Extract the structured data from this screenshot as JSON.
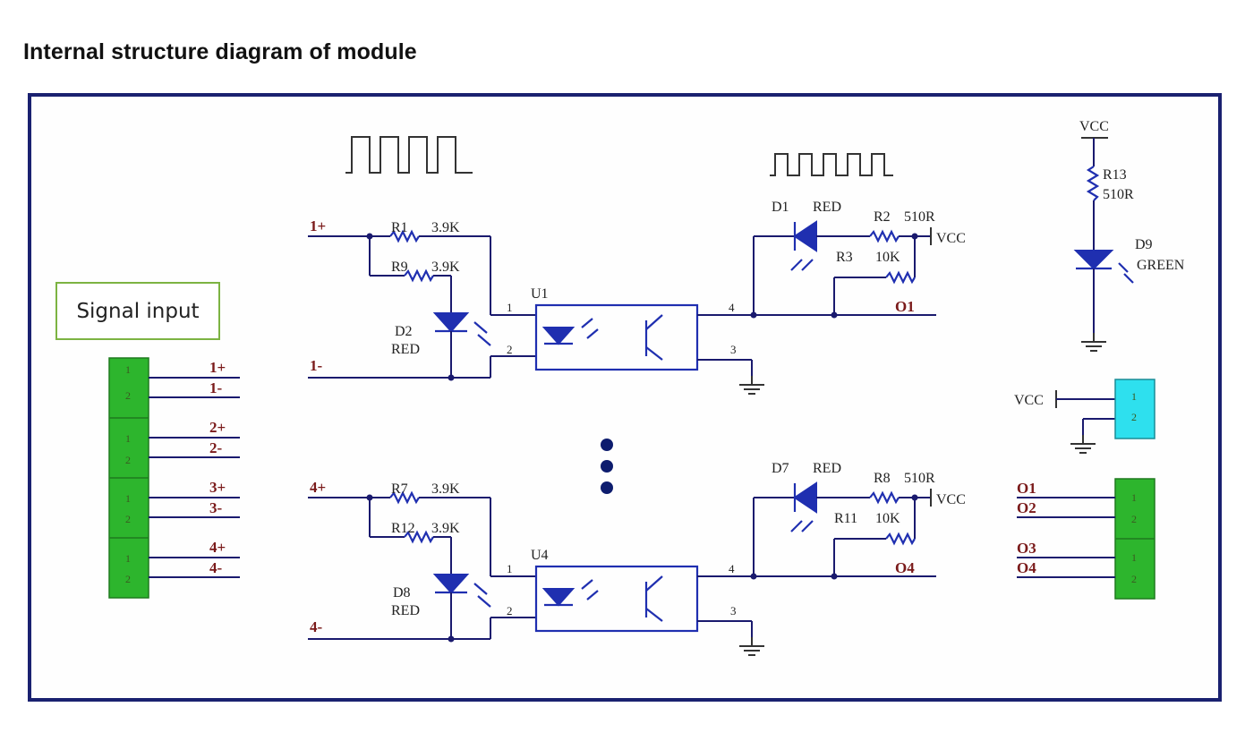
{
  "title": "Internal structure diagram of module",
  "signal_input_label": "Signal input",
  "channels": {
    "top": {
      "in_plus": "1+",
      "in_minus": "1-",
      "r_a": "R1",
      "r_a_val": "3.9K",
      "r_b": "R9",
      "r_b_val": "3.9K",
      "led": "D2",
      "led_color": "RED",
      "opto": "U1",
      "out_led": "D1",
      "out_led_color": "RED",
      "r_pull": "R2",
      "r_pull_val": "510R",
      "r_out": "R3",
      "r_out_val": "10K",
      "out": "O1"
    },
    "bottom": {
      "in_plus": "4+",
      "in_minus": "4-",
      "r_a": "R7",
      "r_a_val": "3.9K",
      "r_b": "R12",
      "r_b_val": "3.9K",
      "led": "D8",
      "led_color": "RED",
      "opto": "U4",
      "out_led": "D7",
      "out_led_color": "RED",
      "r_pull": "R8",
      "r_pull_val": "510R",
      "r_out": "R11",
      "r_out_val": "10K",
      "out": "O4"
    }
  },
  "pins": {
    "p1": "1",
    "p2": "2",
    "p3": "3",
    "p4": "4"
  },
  "vcc": "VCC",
  "power_led": {
    "resistor": "R13",
    "resistor_val": "510R",
    "led": "D9",
    "color": "GREEN"
  },
  "input_terminals": [
    "1+",
    "1-",
    "2+",
    "2-",
    "3+",
    "3-",
    "4+",
    "4-"
  ],
  "output_terminals": [
    "O1",
    "O2",
    "O3",
    "O4"
  ],
  "colors": {
    "frame": "#1a2170",
    "terminal_green": "#2db52d",
    "power_terminal": "#2ee0ee",
    "wire_blue": "#1f2fb0",
    "label_red": "#7a1a1a"
  }
}
